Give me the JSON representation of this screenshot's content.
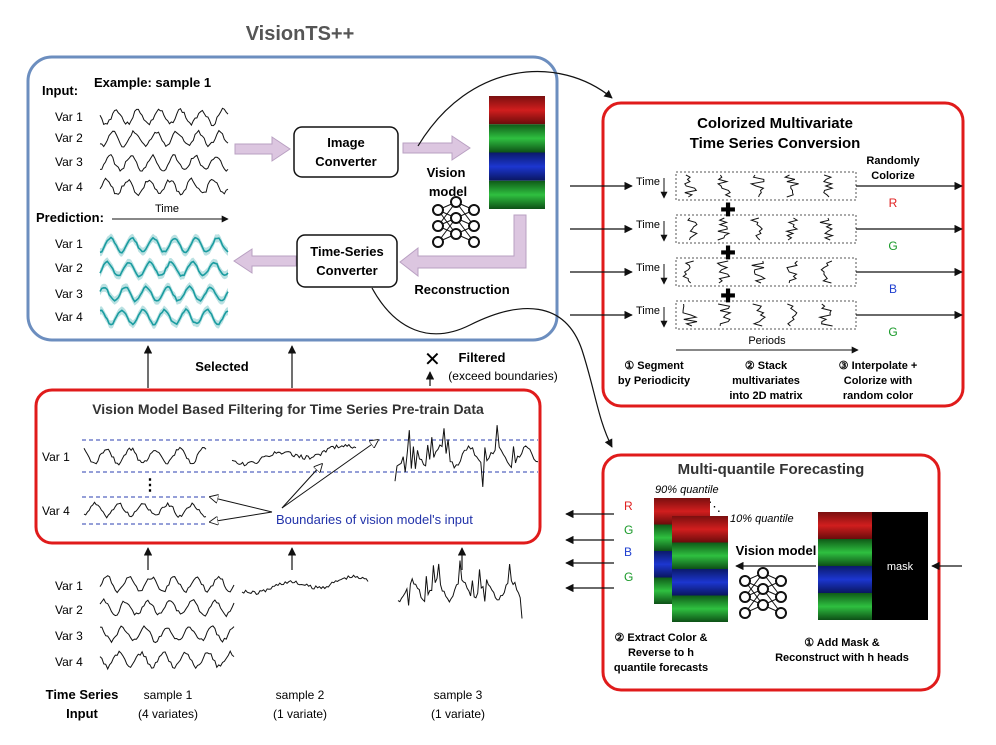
{
  "main": {
    "title": "VisionTS++",
    "input_label": "Input:",
    "example_label": "Example: sample 1",
    "var_labels": [
      "Var 1",
      "Var 2",
      "Var 3",
      "Var 4"
    ],
    "time_label": "Time",
    "prediction_label": "Prediction:",
    "image_converter": [
      "Image",
      "Converter"
    ],
    "vision_model": [
      "Vision",
      "model"
    ],
    "ts_converter": [
      "Time-Series",
      "Converter"
    ],
    "reconstruction": "Reconstruction"
  },
  "between": {
    "selected": "Selected",
    "filtered": "Filtered",
    "filtered_note": "(exceed boundaries)"
  },
  "filtering": {
    "title": "Vision Model Based Filtering for Time Series Pre-train Data",
    "var_labels": [
      "Var 1",
      "Var 4"
    ],
    "dots": "⋮",
    "boundaries": "Boundaries of vision model's input"
  },
  "samples": {
    "var_labels": [
      "Var 1",
      "Var 2",
      "Var 3",
      "Var 4"
    ],
    "row_label": [
      "Time Series",
      "Input"
    ],
    "items": [
      {
        "name": "sample 1",
        "note": "(4 variates)"
      },
      {
        "name": "sample 2",
        "note": "(1 variate)"
      },
      {
        "name": "sample 3",
        "note": "(1 variate)"
      }
    ]
  },
  "colorize": {
    "title": [
      "Colorized Multivariate",
      "Time Series Conversion"
    ],
    "time_label": "Time",
    "randomly": [
      "Randomly",
      "Colorize"
    ],
    "channels": [
      "R",
      "G",
      "B",
      "G"
    ],
    "periods": "Periods",
    "steps": [
      [
        "① Segment",
        "by Periodicity"
      ],
      [
        "② Stack",
        "multivariates",
        "into 2D matrix"
      ],
      [
        "③ Interpolate +",
        "Colorize with",
        "random color"
      ]
    ]
  },
  "quantile": {
    "title": "Multi-quantile Forecasting",
    "q90": "90% quantile",
    "q10": "10% quantile",
    "channels": [
      "R",
      "G",
      "B",
      "G"
    ],
    "ellipsis": "⋱",
    "vision_model": "Vision model",
    "mask": "mask",
    "step_extract": [
      "② Extract Color &",
      "Reverse to h",
      "quantile forecasts"
    ],
    "step_mask": [
      "① Add Mask &",
      "Reconstruct with h heads"
    ]
  },
  "colors": {
    "blue_frame": "#6c8ebf",
    "red_frame": "#e01b1b",
    "purple_arrow": "#dcc6e0",
    "teal": "#1a9ca0",
    "dashed_blue": "#2b3fb0",
    "boundary_text": "#2233aa",
    "R": "#e02020",
    "G": "#1a9a2a",
    "B": "#2040d0"
  }
}
